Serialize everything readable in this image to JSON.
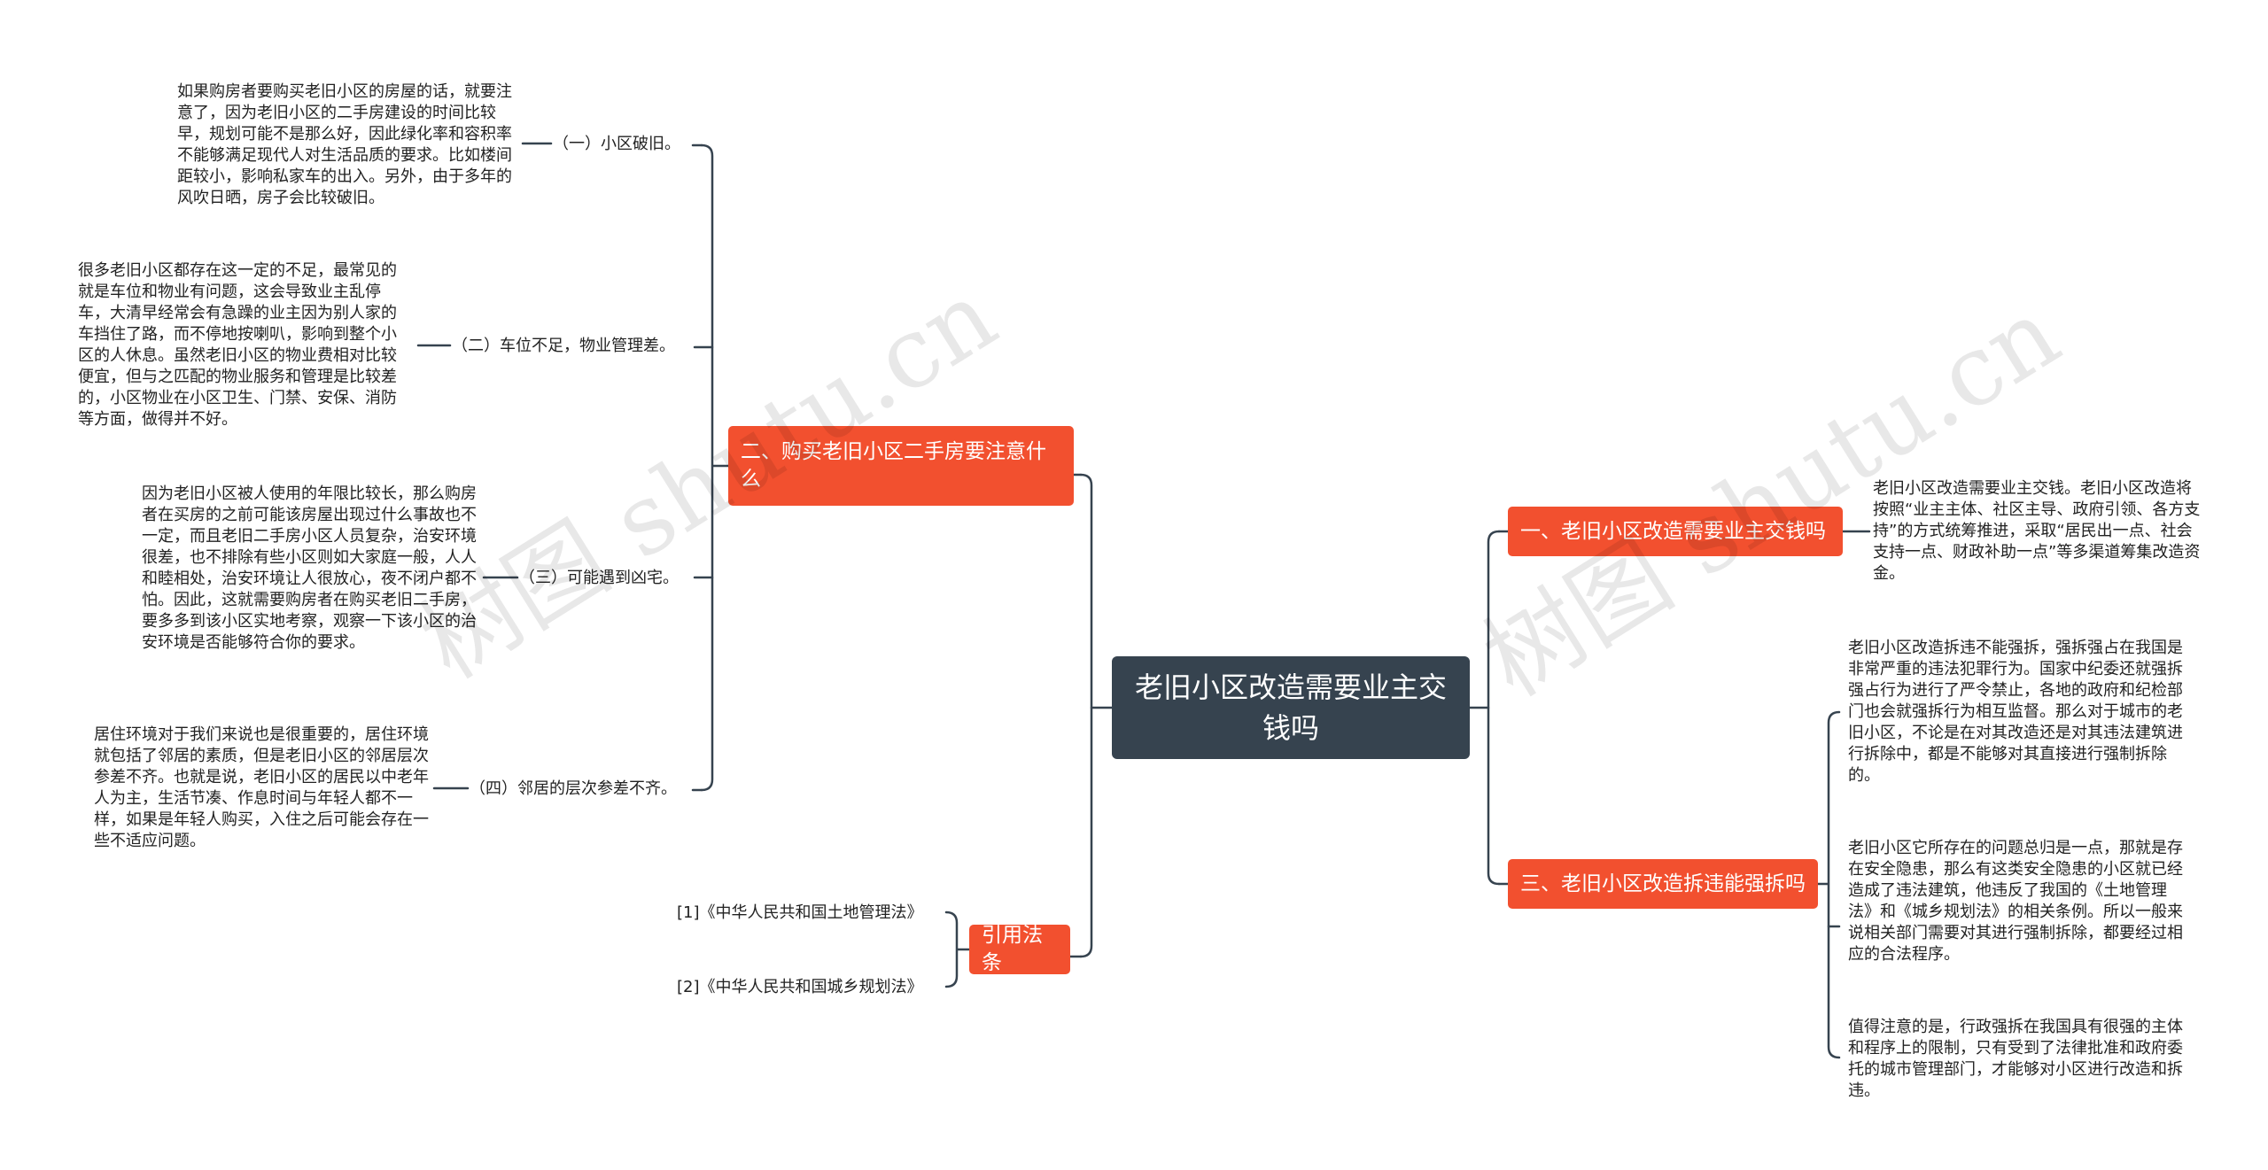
{
  "central": "老旧小区改造需要业主交钱吗",
  "branches": {
    "b1": "一、老旧小区改造需要业主交钱吗",
    "b2": "二、购买老旧小区二手房要注意什么",
    "b3": "三、老旧小区改造拆违能强拆吗",
    "b4": "引用法条"
  },
  "b1_desc": "老旧小区改造需要业主交钱。老旧小区改造将按照“业主主体、社区主导、政府引领、各方支持”的方式统筹推进，采取“居民出一点、社会支持一点、财政补助一点”等多渠道筹集改造资金。",
  "b2_items": [
    {
      "label": "（一）小区破旧。",
      "desc": "如果购房者要购买老旧小区的房屋的话，就要注意了，因为老旧小区的二手房建设的时间比较早，规划可能不是那么好，因此绿化率和容积率不能够满足现代人对生活品质的要求。比如楼间距较小，影响私家车的出入。另外，由于多年的风吹日晒，房子会比较破旧。"
    },
    {
      "label": "（二）车位不足，物业管理差。",
      "desc": "很多老旧小区都存在这一定的不足，最常见的就是车位和物业有问题，这会导致业主乱停车，大清早经常会有急躁的业主因为别人家的车挡住了路，而不停地按喇叭，影响到整个小区的人休息。虽然老旧小区的物业费相对比较便宜，但与之匹配的物业服务和管理是比较差的，小区物业在小区卫生、门禁、安保、消防等方面，做得并不好。"
    },
    {
      "label": "（三）可能遇到凶宅。",
      "desc": "因为老旧小区被人使用的年限比较长，那么购房者在买房的之前可能该房屋出现过什么事故也不一定，而且老旧二手房小区人员复杂，治安环境很差，也不排除有些小区则如大家庭一般，人人和睦相处，治安环境让人很放心，夜不闭户都不怕。因此，这就需要购房者在购买老旧二手房，要多多到该小区实地考察，观察一下该小区的治安环境是否能够符合你的要求。"
    },
    {
      "label": "（四）邻居的层次参差不齐。",
      "desc": "居住环境对于我们来说也是很重要的，居住环境就包括了邻居的素质，但是老旧小区的邻居层次参差不齐。也就是说，老旧小区的居民以中老年人为主，生活节凑、作息时间与年轻人都不一样，如果是年轻人购买，入住之后可能会存在一些不适应问题。"
    }
  ],
  "b3_items": [
    "老旧小区改造拆违不能强拆，强拆强占在我国是非常严重的违法犯罪行为。国家中纪委还就强拆强占行为进行了严令禁止，各地的政府和纪检部门也会就强拆行为相互监督。那么对于城市的老旧小区，不论是在对其改造还是对其违法建筑进行拆除中，都是不能够对其直接进行强制拆除的。",
    "老旧小区它所存在的问题总归是一点，那就是存在安全隐患，那么有这类安全隐患的小区就已经造成了违法建筑，他违反了我国的《土地管理法》和《城乡规划法》的相关条例。所以一般来说相关部门需要对其进行强制拆除，都要经过相应的合法程序。",
    "值得注意的是，行政强拆在我国具有很强的主体和程序上的限制，只有受到了法律批准和政府委托的城市管理部门，才能够对小区进行改造和拆违。"
  ],
  "b4_items": [
    "[1]《中华人民共和国土地管理法》",
    "[2]《中华人民共和国城乡规划法》"
  ],
  "watermarks": [
    "树图 shutu.cn",
    "树图 shutu.cn"
  ],
  "colors": {
    "central": "#36434f",
    "branch": "#f2502f",
    "line": "#36434f"
  }
}
